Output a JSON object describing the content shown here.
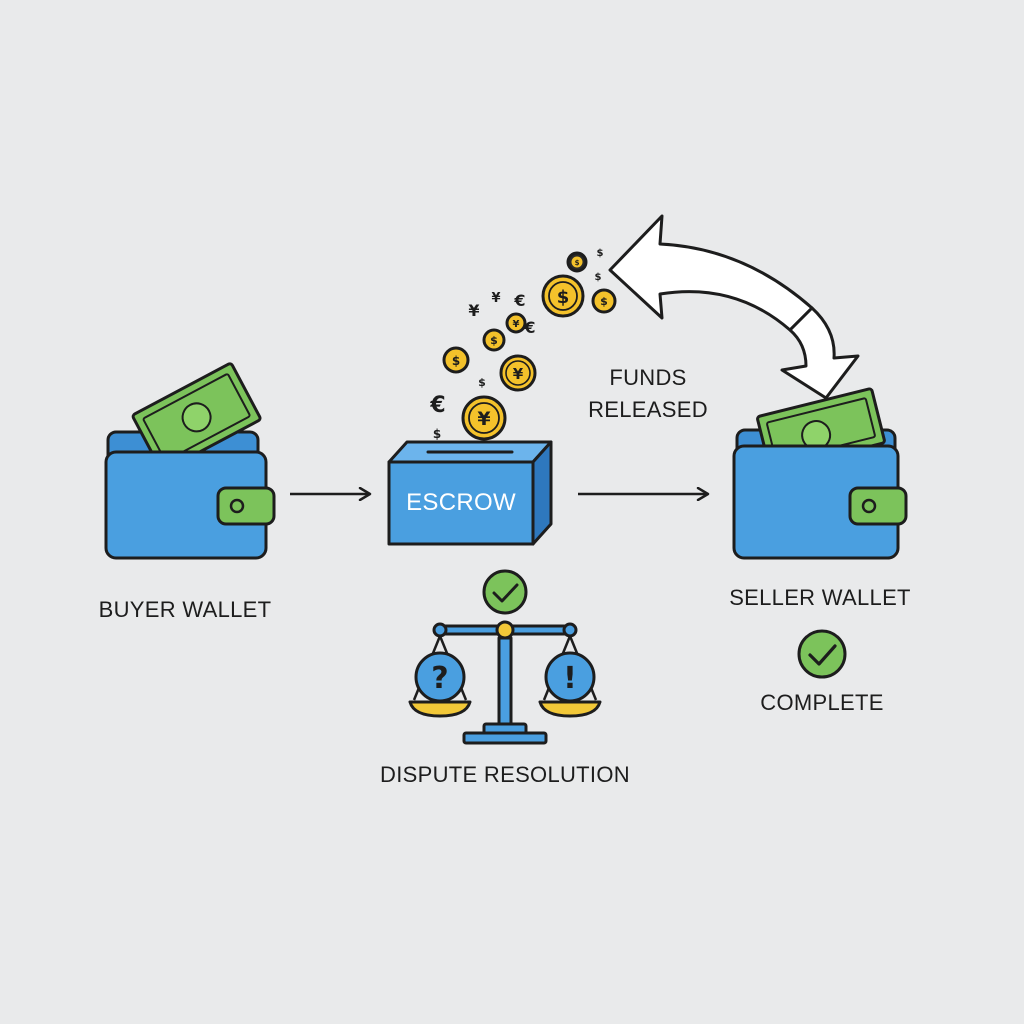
{
  "labels": {
    "buyer_wallet": "BUYER WALLET",
    "escrow": "ESCROW",
    "seller_wallet": "SELLER WALLET",
    "funds_released_line1": "FUNDS",
    "funds_released_line2": "RELEASED",
    "dispute_resolution": "DISPUTE RESOLUTION",
    "complete": "COMPLETE"
  },
  "symbols": {
    "coins": [
      "¥",
      "$",
      "$",
      "¥",
      "¥",
      "$",
      "$",
      "$"
    ],
    "floating": [
      "€",
      "$",
      "¥",
      "¥",
      "€",
      "€",
      "$",
      "$",
      "$"
    ],
    "scale_left": "?",
    "scale_right": "!"
  },
  "colors": {
    "wallet_blue": "#4a9fe0",
    "cash_green": "#7cc35b",
    "coin_gold": "#f4c22b",
    "scale_yellow": "#f2c838",
    "check_green": "#7cc35b",
    "background": "#e9eaeb"
  }
}
